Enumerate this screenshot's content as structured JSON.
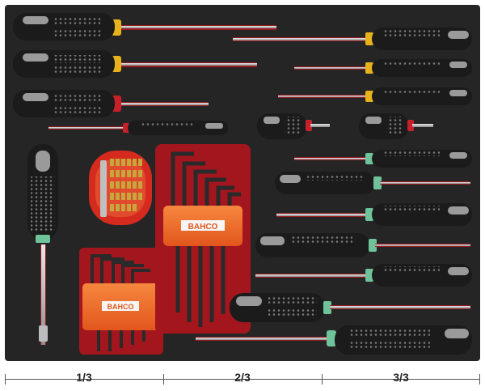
{
  "image": {
    "description_tags": [
      "tool tray",
      "screwdrivers",
      "hex keys",
      "bit set"
    ]
  },
  "brand_labels": {
    "hex_key_large": "BAHCO",
    "hex_key_small": "BAHCO"
  },
  "scale": {
    "labels": [
      "1/3",
      "2/3",
      "3/3"
    ]
  },
  "colors": {
    "foam": "#252525",
    "handle_dark": "#1b1b1b",
    "handle_gray": "#9a9a9a",
    "accent_red": "#c8202a",
    "accent_yellow": "#e8b21c",
    "accent_green": "#6fc39a",
    "holder_orange": "#f06a2a"
  }
}
